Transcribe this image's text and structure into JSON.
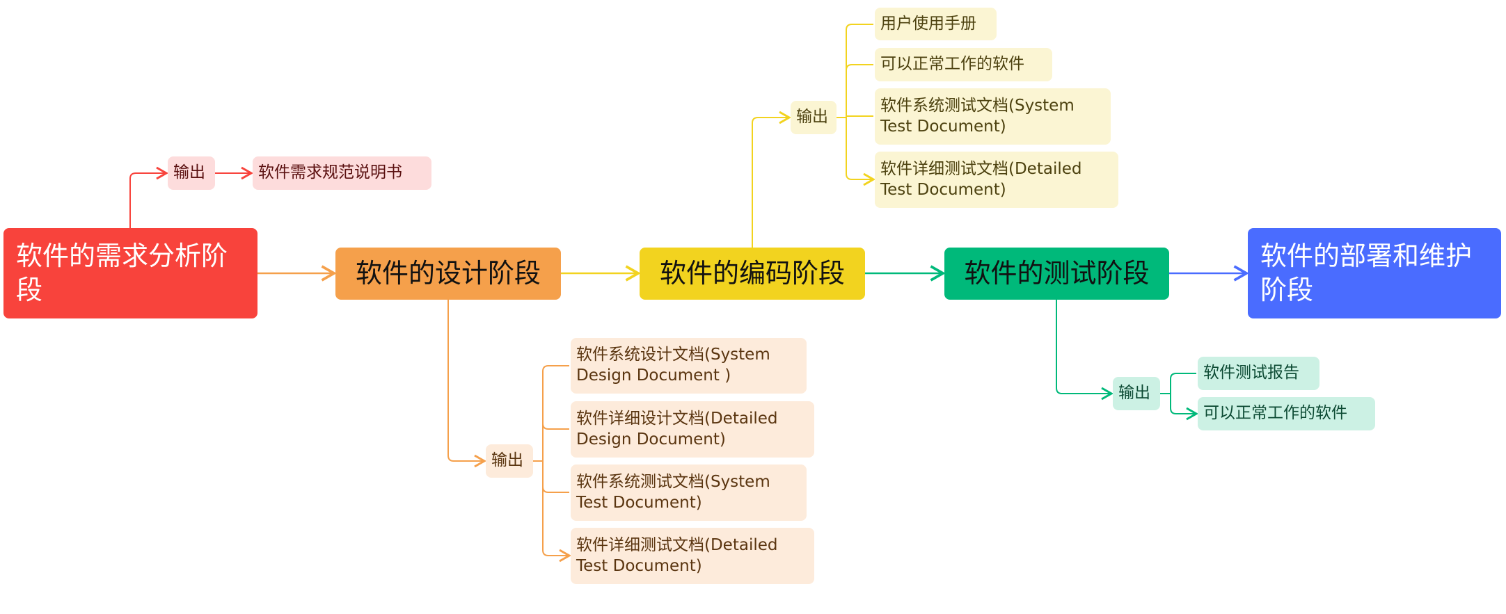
{
  "colors": {
    "red": "#f8433c",
    "orange": "#f5a04b",
    "yellow": "#f2d31f",
    "green": "#00b97a",
    "blue": "#4a6cff"
  },
  "stages": [
    {
      "label": "软件的需求分析阶段"
    },
    {
      "label": "软件的设计阶段"
    },
    {
      "label": "软件的编码阶段"
    },
    {
      "label": "软件的测试阶段"
    },
    {
      "label": "软件的部署和维护阶段"
    }
  ],
  "requirements": {
    "output": "输出",
    "items": [
      "软件需求规范说明书"
    ]
  },
  "design": {
    "output": "输出",
    "items": [
      "软件系统设计文档(System Design Document )",
      "软件详细设计文档(Detailed Design Document)",
      "软件系统测试文档(System Test Document)",
      "软件详细测试文档(Detailed Test Document)"
    ]
  },
  "coding": {
    "output": "输出",
    "items": [
      "用户使用手册",
      "可以正常工作的软件",
      "软件系统测试文档(System Test Document)",
      "软件详细测试文档(Detailed Test Document)"
    ]
  },
  "testing": {
    "output": "输出",
    "items": [
      "软件测试报告",
      "可以正常工作的软件"
    ]
  }
}
